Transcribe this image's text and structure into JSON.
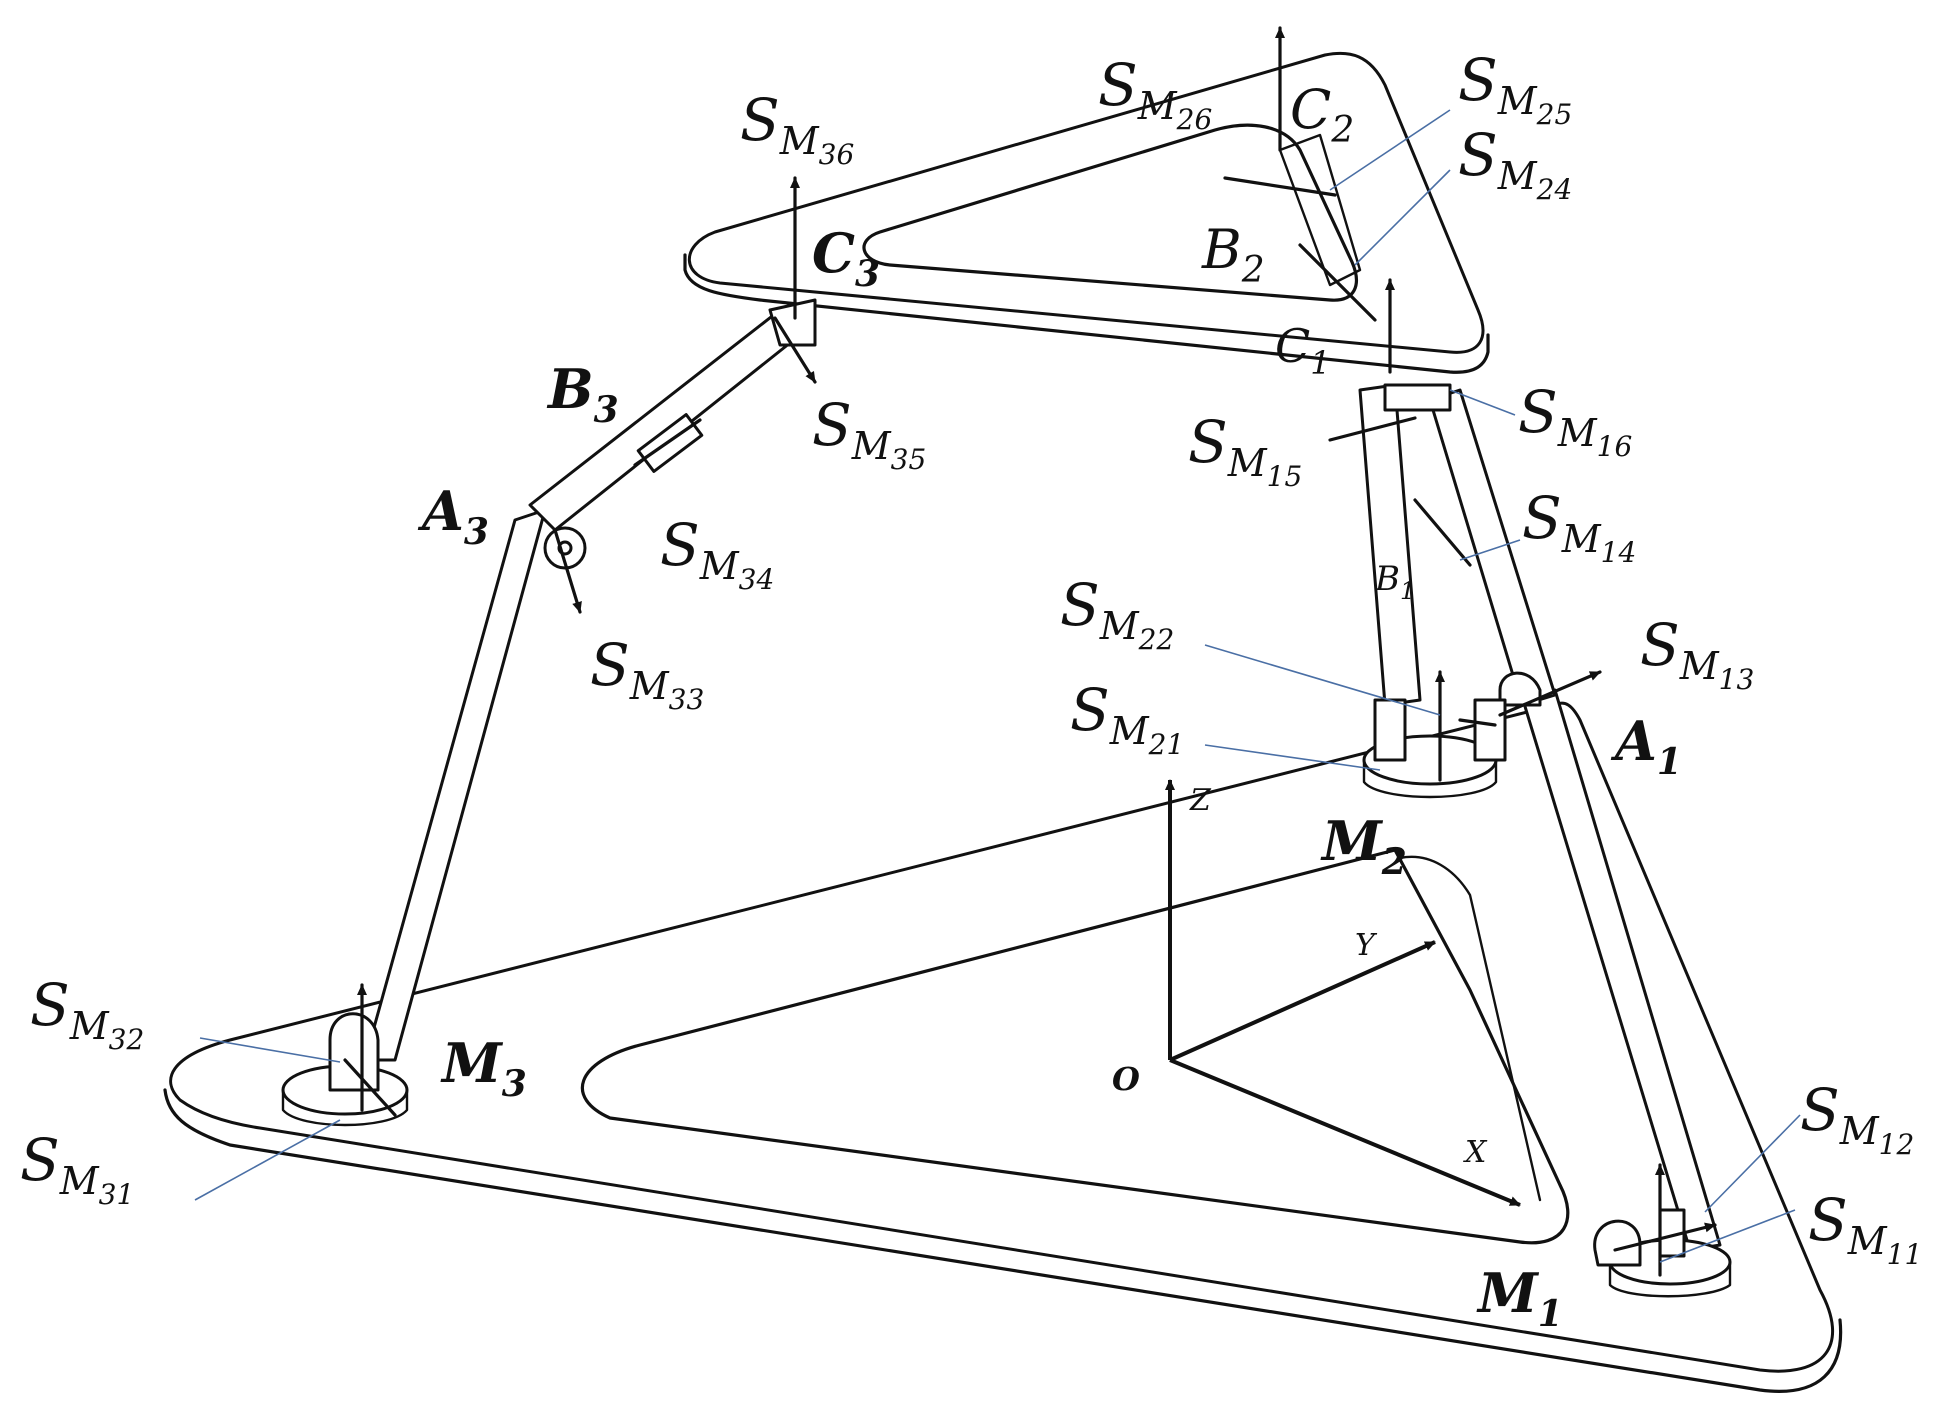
{
  "colors": {
    "ink": "#111111",
    "leader": "#4a6fa5",
    "background": "#ffffff"
  },
  "labels": {
    "M1": {
      "main": "M",
      "sub": "1"
    },
    "M2": {
      "main": "M",
      "sub": "2"
    },
    "M3": {
      "main": "M",
      "sub": "3"
    },
    "A1": {
      "main": "A",
      "sub": "1"
    },
    "A3": {
      "main": "A",
      "sub": "3"
    },
    "B1": {
      "main": "B",
      "sub": "1"
    },
    "B2": {
      "main": "B",
      "sub": "2"
    },
    "B3": {
      "main": "B",
      "sub": "3"
    },
    "C1": {
      "main": "C",
      "sub": "1"
    },
    "C2": {
      "main": "C",
      "sub": "2"
    },
    "C3": {
      "main": "C",
      "sub": "3"
    },
    "O": "O",
    "X": "X",
    "Y": "Y",
    "Z": "Z"
  },
  "screws": {
    "SM11": {
      "s": "S",
      "m": "M",
      "n": "11"
    },
    "SM12": {
      "s": "S",
      "m": "M",
      "n": "12"
    },
    "SM13": {
      "s": "S",
      "m": "M",
      "n": "13"
    },
    "SM14": {
      "s": "S",
      "m": "M",
      "n": "14"
    },
    "SM15": {
      "s": "S",
      "m": "M",
      "n": "15"
    },
    "SM16": {
      "s": "S",
      "m": "M",
      "n": "16"
    },
    "SM21": {
      "s": "S",
      "m": "M",
      "n": "21"
    },
    "SM22": {
      "s": "S",
      "m": "M",
      "n": "22"
    },
    "SM24": {
      "s": "S",
      "m": "M",
      "n": "24"
    },
    "SM25": {
      "s": "S",
      "m": "M",
      "n": "25"
    },
    "SM26": {
      "s": "S",
      "m": "M",
      "n": "26"
    },
    "SM31": {
      "s": "S",
      "m": "M",
      "n": "31"
    },
    "SM32": {
      "s": "S",
      "m": "M",
      "n": "32"
    },
    "SM33": {
      "s": "S",
      "m": "M",
      "n": "33"
    },
    "SM34": {
      "s": "S",
      "m": "M",
      "n": "34"
    },
    "SM35": {
      "s": "S",
      "m": "M",
      "n": "35"
    },
    "SM36": {
      "s": "S",
      "m": "M",
      "n": "36"
    }
  }
}
